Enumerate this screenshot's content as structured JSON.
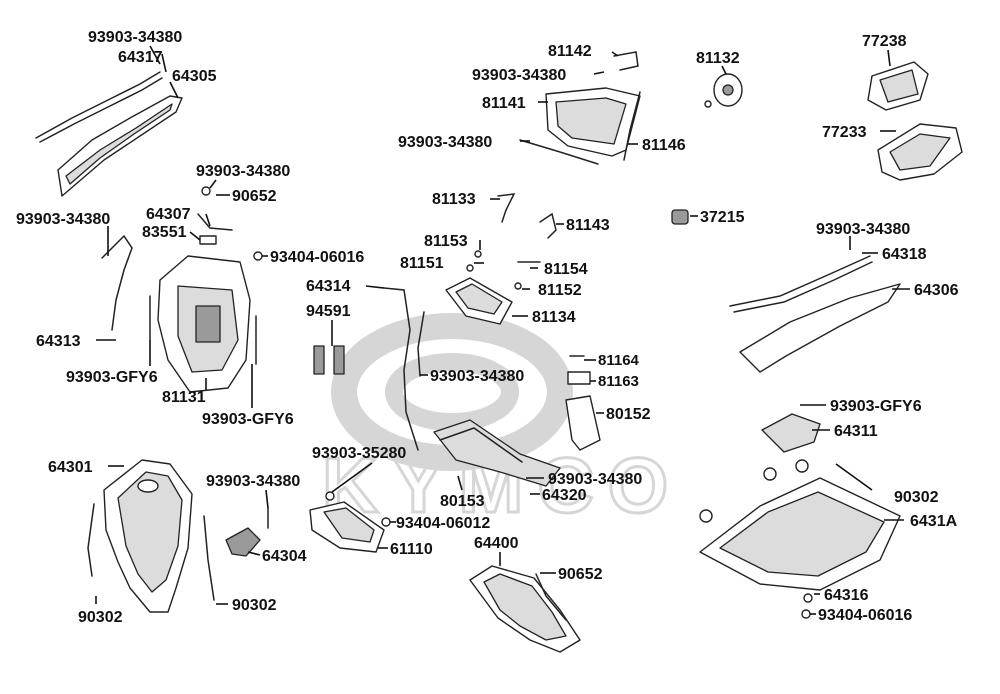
{
  "watermark": {
    "brand": "KYMCO"
  },
  "labels": {
    "p93903_34380_a": "93903-34380",
    "p64317": "64317",
    "p64305": "64305",
    "p93903_34380_b": "93903-34380",
    "p90652_a": "90652",
    "p64307": "64307",
    "p83551": "83551",
    "p93404_06016_a": "93404-06016",
    "p93903_34380_c": "93903-34380",
    "p64313": "64313",
    "p93903_GFY6_a": "93903-GFY6",
    "p81131": "81131",
    "p93903_GFY6_b": "93903-GFY6",
    "p64314": "64314",
    "p94591": "94591",
    "p81142": "81142",
    "p93903_34380_d": "93903-34380",
    "p81141": "81141",
    "p93903_34380_e": "93903-34380",
    "p81146": "81146",
    "p81132": "81132",
    "p77238": "77238",
    "p77233": "77233",
    "p81133": "81133",
    "p81143": "81143",
    "p37215": "37215",
    "p81153": "81153",
    "p81151": "81151",
    "p81154": "81154",
    "p81152": "81152",
    "p81134": "81134",
    "p93903_34380_f": "93903-34380",
    "p81164": "81164",
    "p81163": "81163",
    "p80152": "80152",
    "p93903_34380_g": "93903-34380",
    "p64318": "64318",
    "p64306": "64306",
    "p93903_GFY6_c": "93903-GFY6",
    "p64311": "64311",
    "p90302_a": "90302",
    "p6431A": "6431A",
    "p64316": "64316",
    "p93404_06016_b": "93404-06016",
    "p64301": "64301",
    "p90302_b": "90302",
    "p90302_c": "90302",
    "p93903_34380_h": "93903-34380",
    "p64304": "64304",
    "p93903_35280": "93903-35280",
    "p93404_06012": "93404-06012",
    "p61110": "61110",
    "p93903_34380_i": "93903-34380",
    "p80153": "80153",
    "p64320": "64320",
    "p64400": "64400",
    "p90652_b": "90652"
  }
}
